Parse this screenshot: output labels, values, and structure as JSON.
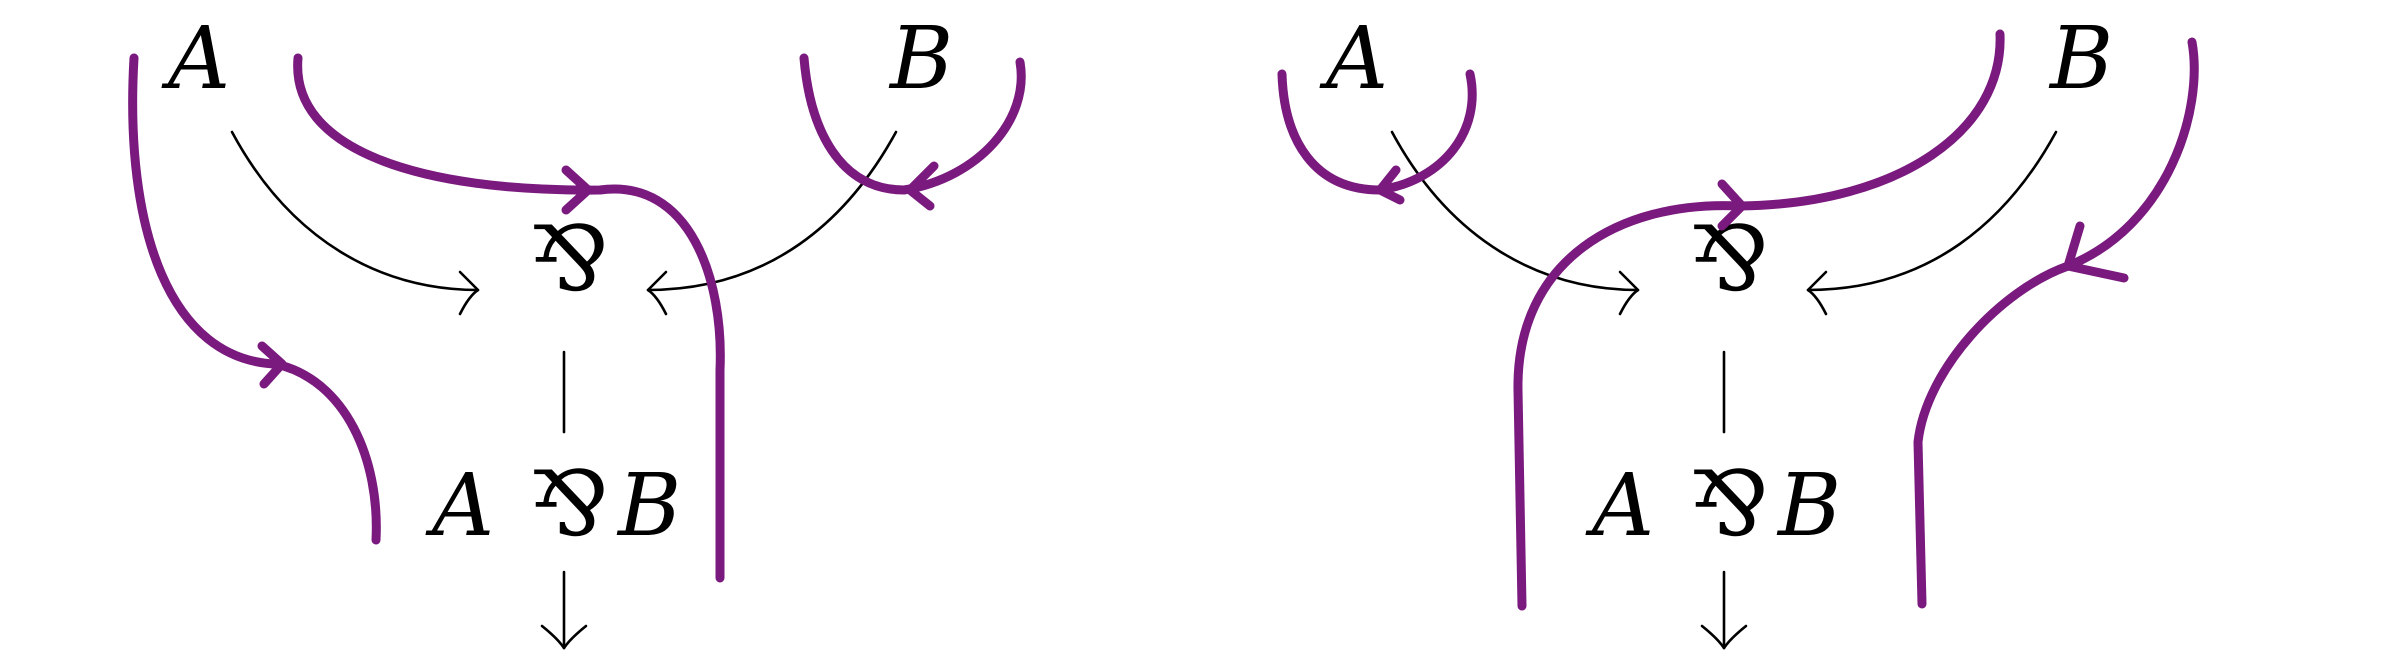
{
  "diagram": {
    "colors": {
      "proof_path": "#7a1a7e",
      "wire": "#000000"
    },
    "left": {
      "label_a": "A",
      "label_b": "B",
      "par_symbol": "⅋",
      "result_a": "A",
      "result_par": "⅋",
      "result_b": "B"
    },
    "right": {
      "label_a": "A",
      "label_b": "B",
      "par_symbol": "⅋",
      "result_a": "A",
      "result_par": "⅋",
      "result_b": "B"
    }
  }
}
